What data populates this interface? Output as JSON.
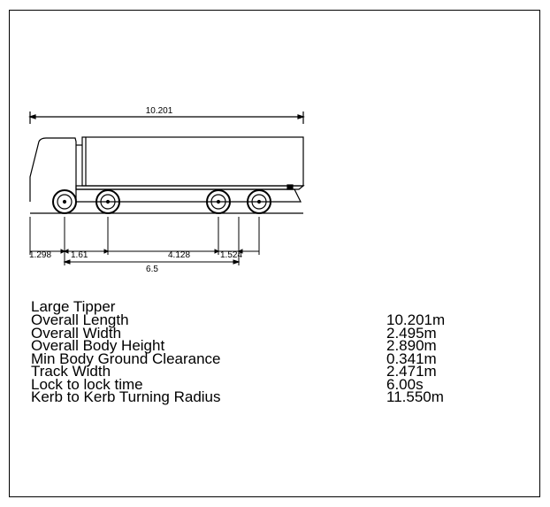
{
  "vehicle": {
    "name": "Large Tipper"
  },
  "dimensions": {
    "overall": "10.201",
    "front_overhang": "1.298",
    "gap_1": "1.61",
    "middle": "4.128",
    "gap_2": "1.524",
    "wheelbase": "6.5"
  },
  "specs": [
    {
      "label": "Overall Length",
      "value": "10.201m"
    },
    {
      "label": "Overall Width",
      "value": "2.495m"
    },
    {
      "label": "Overall Body Height",
      "value": "2.890m"
    },
    {
      "label": "Min Body Ground Clearance",
      "value": "0.341m"
    },
    {
      "label": "Track Width",
      "value": "2.471m"
    },
    {
      "label": "Lock to lock time",
      "value": "6.00s"
    },
    {
      "label": "Kerb to Kerb Turning Radius",
      "value": "11.550m"
    }
  ]
}
